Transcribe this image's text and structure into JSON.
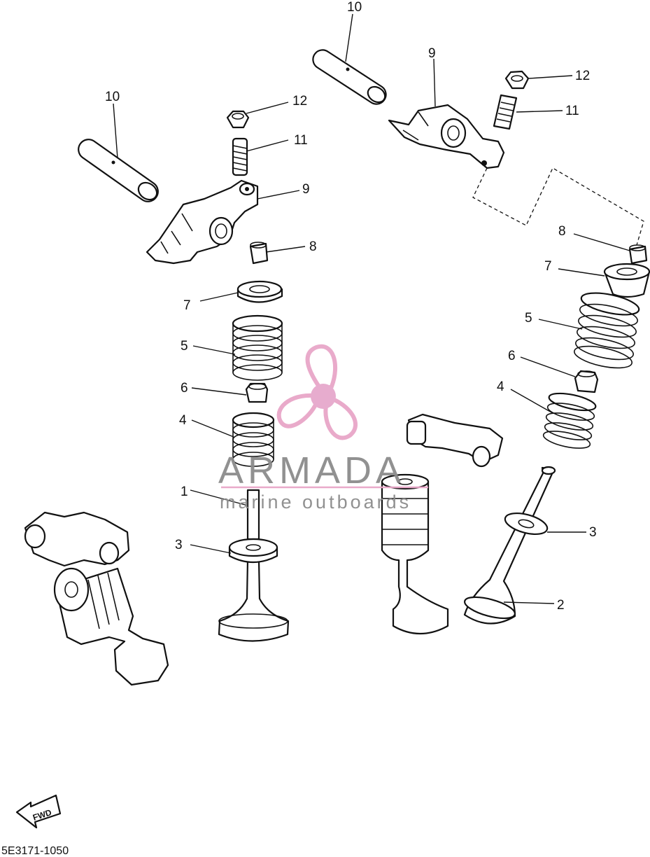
{
  "diagram": {
    "callouts": {
      "c10a": "10",
      "c10b": "10",
      "c12a": "12",
      "c12b": "12",
      "c11a": "11",
      "c11b": "11",
      "c9a": "9",
      "c9b": "9",
      "c8a": "8",
      "c8b": "8",
      "c7a": "7",
      "c7b": "7",
      "c5a": "5",
      "c5b": "5",
      "c6a": "6",
      "c6b": "6",
      "c4a": "4",
      "c4b": "4",
      "c1": "1",
      "c3a": "3",
      "c3b": "3",
      "c2": "2"
    },
    "fwd_arrow_text": "FWD",
    "drawing_code": "5E3171-1050"
  },
  "watermark": {
    "brand": "ARMADA",
    "tagline": "marine outboards",
    "logo_color": "#e8a6c8",
    "logo_center_color": "#e6a8cc",
    "text_color": "#8c8c8c"
  }
}
